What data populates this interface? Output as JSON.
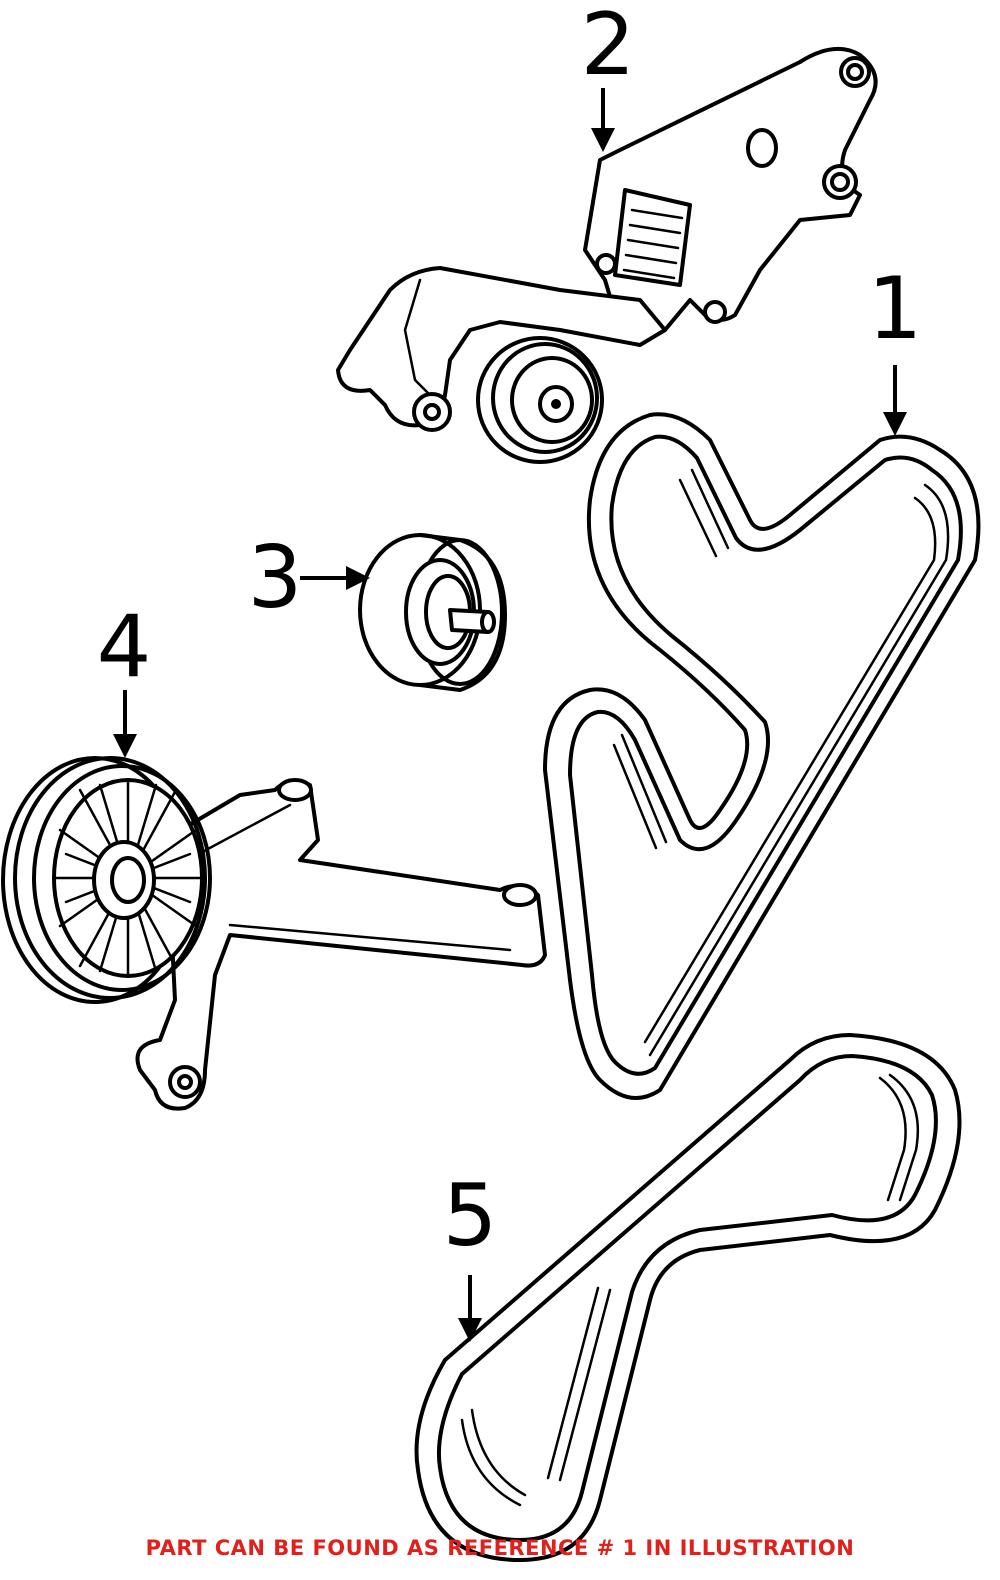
{
  "diagram": {
    "callouts": [
      {
        "id": "1",
        "label": "1"
      },
      {
        "id": "2",
        "label": "2"
      },
      {
        "id": "3",
        "label": "3"
      },
      {
        "id": "4",
        "label": "4"
      },
      {
        "id": "5",
        "label": "5"
      }
    ]
  },
  "footer": {
    "note": "PART CAN BE FOUND AS REFERENCE # 1 IN ILLUSTRATION"
  },
  "colors": {
    "line": "#000000",
    "note": "#e0201c",
    "background": "#ffffff"
  }
}
